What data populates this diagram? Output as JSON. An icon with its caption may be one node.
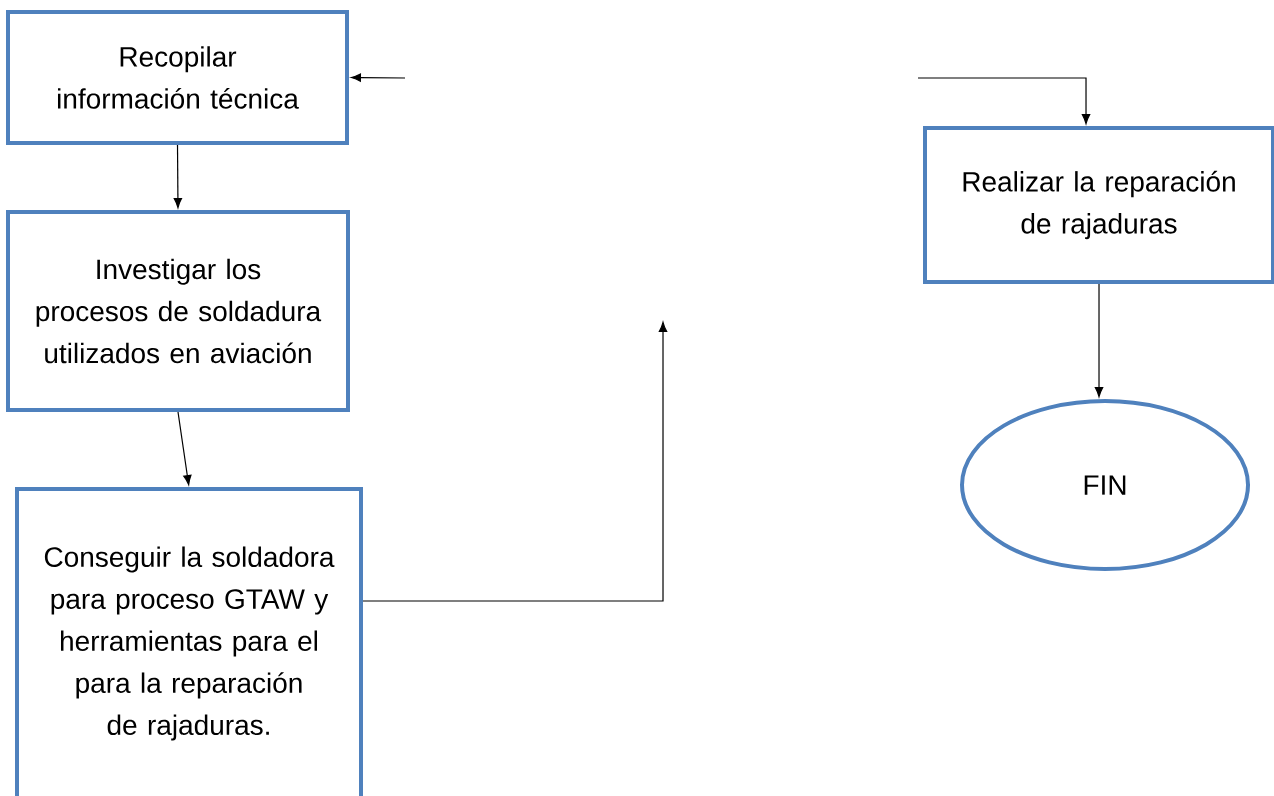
{
  "diagram": {
    "nodes": [
      {
        "text": [
          "Recopilar información técnica"
        ]
      },
      {
        "text": [
          "Investigar los procesos de soldadura utilizados en aviación"
        ]
      },
      {
        "text": [
          "Conseguir la soldadora para proceso GTAW y herramientas para el para la reparación de rajaduras."
        ]
      },
      {
        "text": [
          "Realizar la reparación de rajaduras"
        ]
      },
      {
        "text": [
          "FIN"
        ]
      }
    ],
    "edges": [
      {
        "from": 0,
        "to": 1,
        "arrow": "to"
      },
      {
        "from": 1,
        "to": 2,
        "arrow": "to"
      },
      {
        "from": 2,
        "to": null,
        "arrow": "to"
      },
      {
        "from": null,
        "to": 0,
        "arrow": "to"
      },
      {
        "from": null,
        "to": 3,
        "arrow": "to"
      },
      {
        "from": 3,
        "to": 4,
        "arrow": "to"
      }
    ]
  }
}
